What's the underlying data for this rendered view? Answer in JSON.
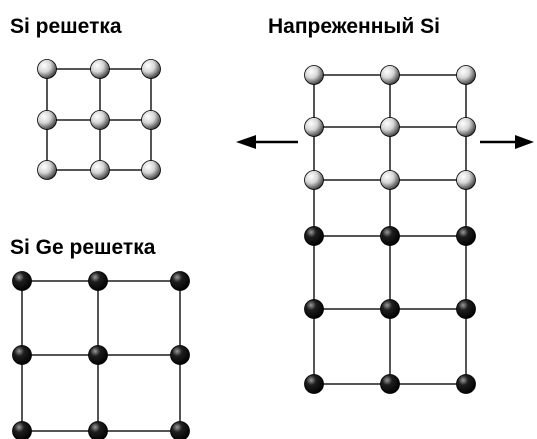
{
  "labels": {
    "si_lattice": "Si решетка",
    "strained_si": "Напреженный  Si",
    "sige_lattice": "Si Ge решетка"
  },
  "colors": {
    "background": "#ffffff",
    "bond": "#555555",
    "arrow": "#000000",
    "si_atom": "light-gray-sphere",
    "ge_atom": "dark-black-sphere"
  },
  "lattices": {
    "si": {
      "rows": 3,
      "cols": 3,
      "atom": "light"
    },
    "sige": {
      "rows": 3,
      "cols": 3,
      "atom": "dark"
    },
    "strained": {
      "cols": 3,
      "rows": 6,
      "atom_rows": [
        "light",
        "light",
        "light",
        "dark",
        "dark",
        "dark"
      ]
    }
  },
  "arrows": [
    "left",
    "right"
  ]
}
